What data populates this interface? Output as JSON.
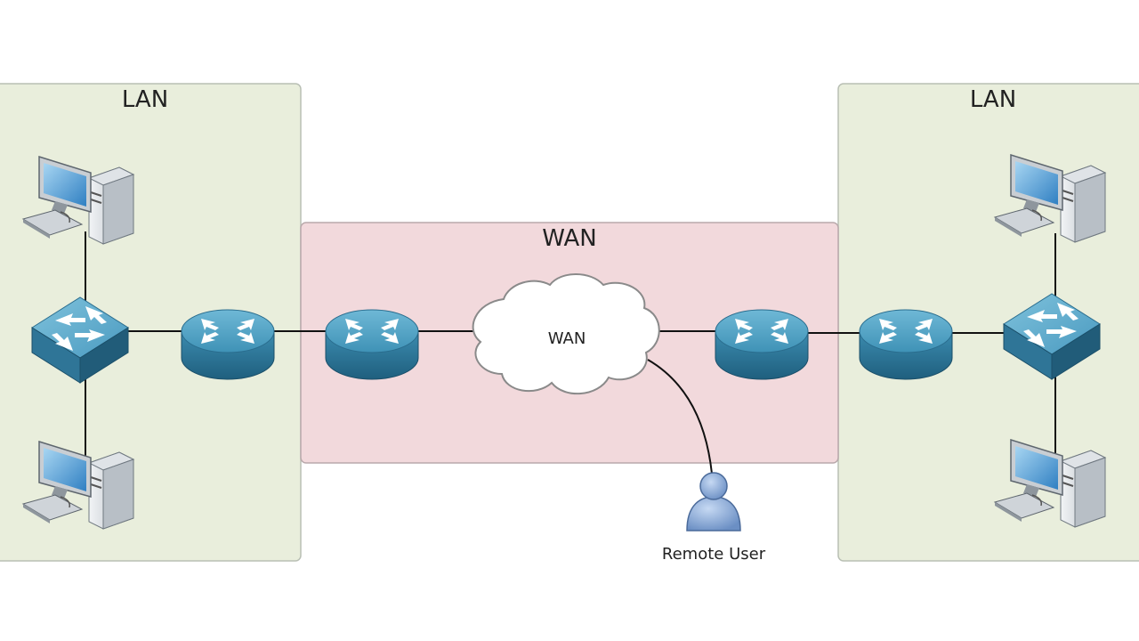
{
  "diagram": {
    "lan_left_label": "LAN",
    "lan_right_label": "LAN",
    "wan_zone_label": "WAN",
    "cloud_label": "WAN",
    "remote_user_label": "Remote User",
    "colors": {
      "lan_fill": "#e9eedc",
      "wan_fill": "#f2d9dc",
      "device_blue": "#3a86a8"
    },
    "icons": [
      "desktop-computer-icon",
      "switch-icon",
      "router-icon",
      "cloud-icon",
      "user-icon"
    ]
  }
}
